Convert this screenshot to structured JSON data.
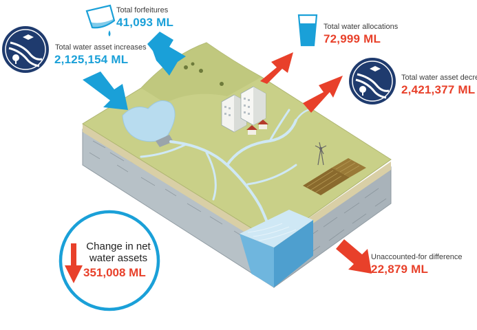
{
  "forfeitures": {
    "label": "Total forfeitures",
    "value": "41,093 ML"
  },
  "increases": {
    "label": "Total water asset increases",
    "value": "2,125,154 ML"
  },
  "allocations": {
    "label": "Total water allocations",
    "value": "72,999 ML"
  },
  "decreases": {
    "label": "Total water asset decreases",
    "value": "2,421,377 ML"
  },
  "unaccounted": {
    "label": "Unaccounted-for difference",
    "value": "22,879 ML"
  },
  "net_change": {
    "label": "Change in net water assets",
    "value": "351,008 ML"
  },
  "icons": {
    "forfeitures": "pouring-glass-icon",
    "increases": "water-asset-badge-icon",
    "allocations": "water-glass-icon",
    "decreases": "water-asset-badge-icon",
    "net_change": "down-arrow-icon"
  },
  "colors": {
    "inflow": "#1aa0d8",
    "outflow": "#e8402a",
    "badge": "#1f3b6e",
    "land": "#c8cf86",
    "water": "#b8dcef",
    "rock": "#b9c2c8"
  }
}
